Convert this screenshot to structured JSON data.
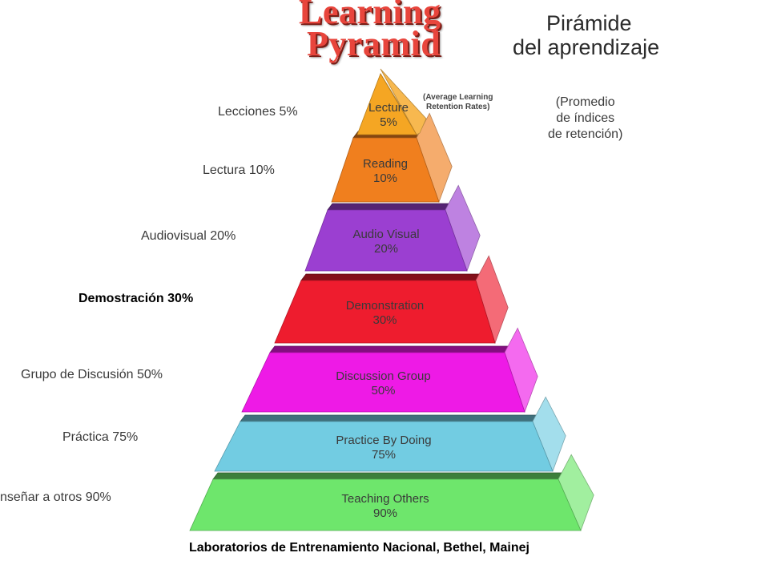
{
  "title": {
    "english_line1": "Learning",
    "english_line2": "Pyramid",
    "spanish_line1": "Pirámide",
    "spanish_line2": "del aprendizaje"
  },
  "note_english": {
    "line1": "(Average Learning",
    "line2": "Retention Rates)"
  },
  "note_spanish": {
    "line1": "(Promedio",
    "line2": "de índices",
    "line3": "de retención)"
  },
  "tiers": [
    {
      "name": "Lecture",
      "percent": "5%",
      "spanish": "Lecciones 5%",
      "color": "#f5a623"
    },
    {
      "name": "Reading",
      "percent": "10%",
      "spanish": "Lectura 10%",
      "color": "#f07f1e"
    },
    {
      "name": "Audio Visual",
      "percent": "20%",
      "spanish": "Audiovisual 20%",
      "color": "#9b3fd1"
    },
    {
      "name": "Demonstration",
      "percent": "30%",
      "spanish": "Demostración 30%",
      "color": "#ee1c2e"
    },
    {
      "name": "Discussion Group",
      "percent": "50%",
      "spanish": "Grupo de Discusión 50%",
      "color": "#ee1ae6"
    },
    {
      "name": "Practice By Doing",
      "percent": "75%",
      "spanish": "Práctica 75%",
      "color": "#72cce2"
    },
    {
      "name": "Teaching Others",
      "percent": "90%",
      "spanish": "nseñar a otros 90%",
      "color": "#6ee66c"
    }
  ],
  "overlay_label": "Demostración 30%",
  "footer": "Laboratorios de Entrenamiento Nacional, Bethel, Mainej"
}
